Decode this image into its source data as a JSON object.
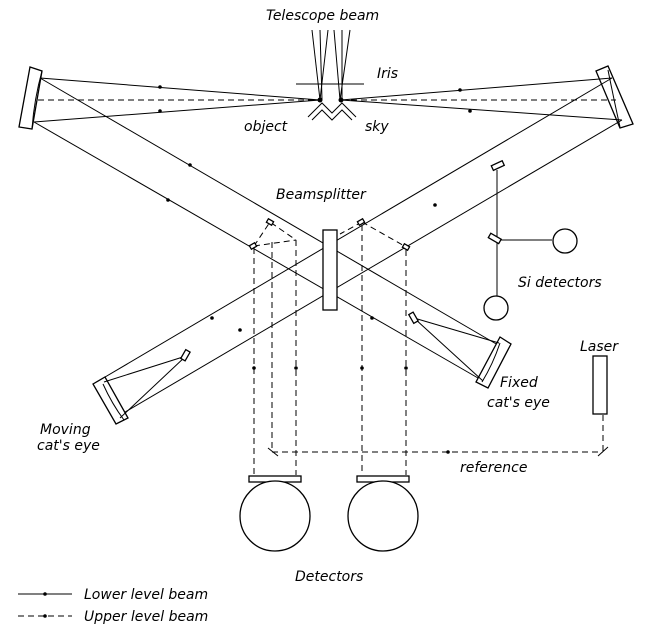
{
  "labels": {
    "telescope_beam": "Telescope beam",
    "iris": "Iris",
    "object": "object",
    "sky": "sky",
    "beamsplitter": "Beamsplitter",
    "si_detectors": "Si detectors",
    "laser": "Laser",
    "fixed_line1": "Fixed",
    "fixed_line2": "cat's eye",
    "moving_line1": "Moving",
    "moving_line2": "cat's eye",
    "reference": "reference",
    "detectors": "Detectors"
  },
  "legend": {
    "lower": "Lower level beam",
    "upper": "Upper level beam"
  }
}
